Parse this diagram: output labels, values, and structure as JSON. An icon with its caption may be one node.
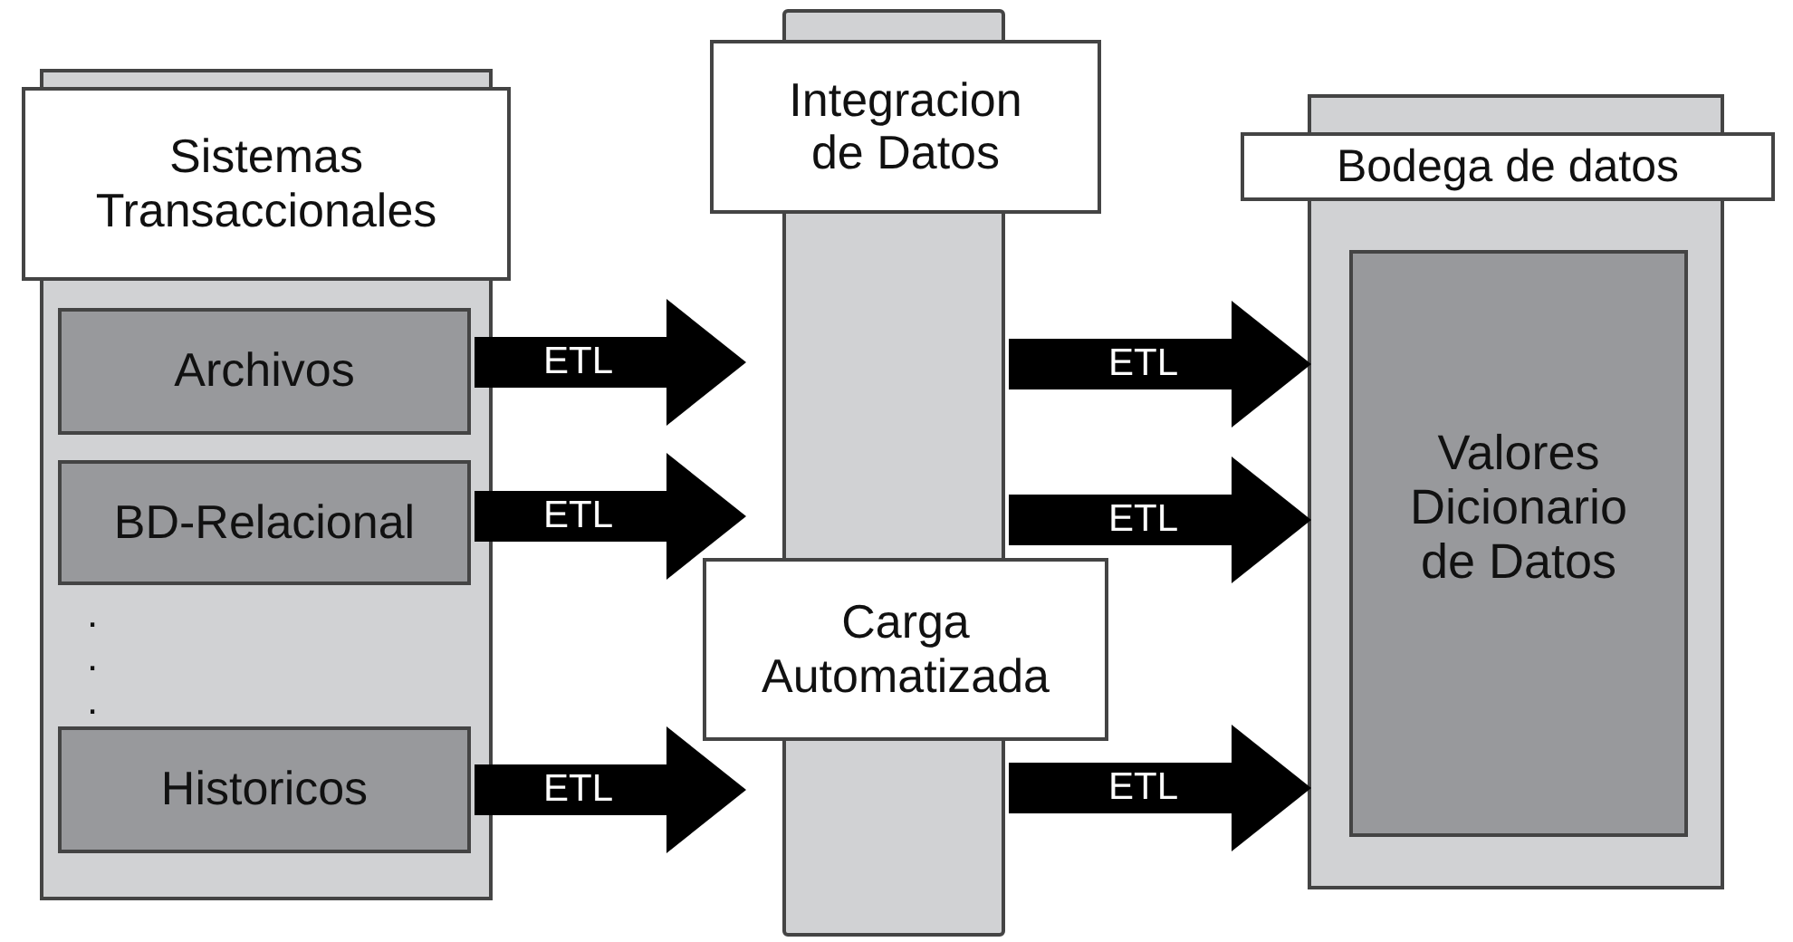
{
  "diagram": {
    "nodes": [
      {
        "text": [
          "Sistemas Transaccionales"
        ]
      },
      {
        "text": [],
        "shape": "box"
      },
      {
        "text": [
          "Archivos"
        ],
        "in": 1
      },
      {
        "text": [
          "BD-Relacional"
        ],
        "in": 1
      },
      {
        "text": [
          "Historicos"
        ],
        "in": 1
      },
      {
        "text": [],
        "shape": "bar"
      },
      {
        "text": [
          "Integracion de Datos"
        ]
      },
      {
        "text": [
          "Carga Automatizada"
        ]
      },
      {
        "text": [],
        "shape": "box"
      },
      {
        "text": [
          "Bodega de datos"
        ]
      },
      {
        "text": [
          "Valores Dicionario de Datos"
        ],
        "in": 8
      }
    ],
    "edges": [
      {
        "from": 2,
        "to": 5,
        "arrow": "to",
        "label": "ETL"
      },
      {
        "from": 3,
        "to": 5,
        "arrow": "to",
        "label": "ETL"
      },
      {
        "from": 4,
        "to": 5,
        "arrow": "to",
        "label": "ETL"
      },
      {
        "from": 5,
        "to": 8,
        "arrow": "to",
        "label": "ETL"
      },
      {
        "from": 5,
        "to": 8,
        "arrow": "to",
        "label": "ETL"
      },
      {
        "from": 5,
        "to": 8,
        "arrow": "to",
        "label": "ETL"
      }
    ],
    "labels": [
      ".",
      ".",
      "."
    ]
  }
}
